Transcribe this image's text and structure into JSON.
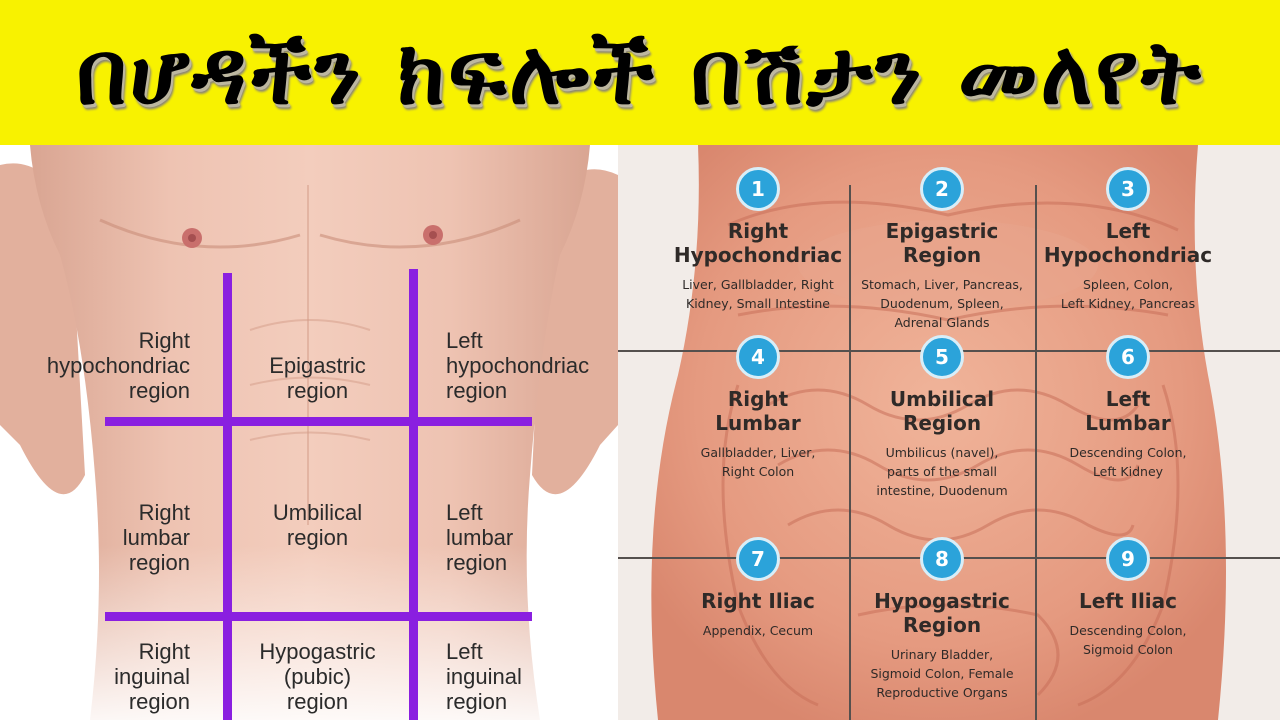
{
  "banner": {
    "title": "በሆዳችን ክፍሎች በሽታን መለየት"
  },
  "colors": {
    "banner_bg": "#f8f200",
    "grid_purple": "#8a1fe0",
    "badge_blue": "#2ba3da"
  },
  "left_diagram": {
    "labels": [
      {
        "lines": [
          "Right",
          "hypochondriac",
          "region"
        ]
      },
      {
        "lines": [
          "Epigastric",
          "region"
        ]
      },
      {
        "lines": [
          "Left",
          "hypochondriac",
          "region"
        ]
      },
      {
        "lines": [
          "Right",
          "lumbar",
          "region"
        ]
      },
      {
        "lines": [
          "Umbilical",
          "region"
        ]
      },
      {
        "lines": [
          "Left",
          "lumbar",
          "region"
        ]
      },
      {
        "lines": [
          "Right",
          "inguinal",
          "region"
        ]
      },
      {
        "lines": [
          "Hypogastric",
          "(pubic)",
          "region"
        ]
      },
      {
        "lines": [
          "Left",
          "inguinal",
          "region"
        ]
      }
    ]
  },
  "right_diagram": {
    "regions": [
      {
        "number": "1",
        "name": [
          "Right",
          "Hypochondriac"
        ],
        "organs": [
          "Liver, Gallbladder, Right",
          "Kidney, Small Intestine"
        ]
      },
      {
        "number": "2",
        "name": [
          "Epigastric",
          "Region"
        ],
        "organs": [
          "Stomach, Liver, Pancreas,",
          "Duodenum, Spleen,",
          "Adrenal Glands"
        ]
      },
      {
        "number": "3",
        "name": [
          "Left",
          "Hypochondriac"
        ],
        "organs": [
          "Spleen, Colon,",
          "Left Kidney, Pancreas"
        ]
      },
      {
        "number": "4",
        "name": [
          "Right",
          "Lumbar"
        ],
        "organs": [
          "Gallbladder, Liver,",
          "Right Colon"
        ]
      },
      {
        "number": "5",
        "name": [
          "Umbilical",
          "Region"
        ],
        "organs": [
          "Umbilicus (navel),",
          "parts of the small",
          "intestine, Duodenum"
        ]
      },
      {
        "number": "6",
        "name": [
          "Left",
          "Lumbar"
        ],
        "organs": [
          "Descending Colon,",
          "Left Kidney"
        ]
      },
      {
        "number": "7",
        "name": [
          "Right Iliac"
        ],
        "organs": [
          "Appendix, Cecum"
        ]
      },
      {
        "number": "8",
        "name": [
          "Hypogastric",
          "Region"
        ],
        "organs": [
          "Urinary Bladder,",
          "Sigmoid Colon, Female",
          "Reproductive Organs"
        ]
      },
      {
        "number": "9",
        "name": [
          "Left Iliac"
        ],
        "organs": [
          "Descending Colon,",
          "Sigmoid Colon"
        ]
      }
    ]
  }
}
